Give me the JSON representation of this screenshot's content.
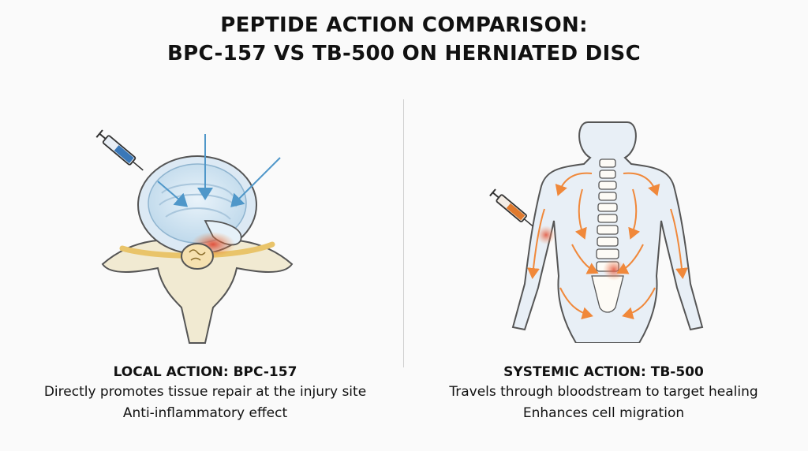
{
  "title": {
    "line1": "PEPTIDE ACTION COMPARISON:",
    "line2": "BPC-157 VS TB-500 ON HERNIATED DISC"
  },
  "left_panel": {
    "heading": "LOCAL ACTION: BPC-157",
    "line1": "Directly promotes tissue repair at the injury site",
    "line2": "Anti-inflammatory effect",
    "syringe_color": "#3a78b8",
    "arrow_color": "#4f97c9"
  },
  "right_panel": {
    "heading": "SYSTEMIC ACTION: TB-500",
    "line1": "Travels through bloodstream to target healing",
    "line2": "Enhances cell migration",
    "syringe_color": "#e07a2e",
    "arrow_color": "#f0883a"
  },
  "icons": [
    "syringe-icon",
    "vertebra-disc-illustration",
    "human-torso-illustration"
  ]
}
